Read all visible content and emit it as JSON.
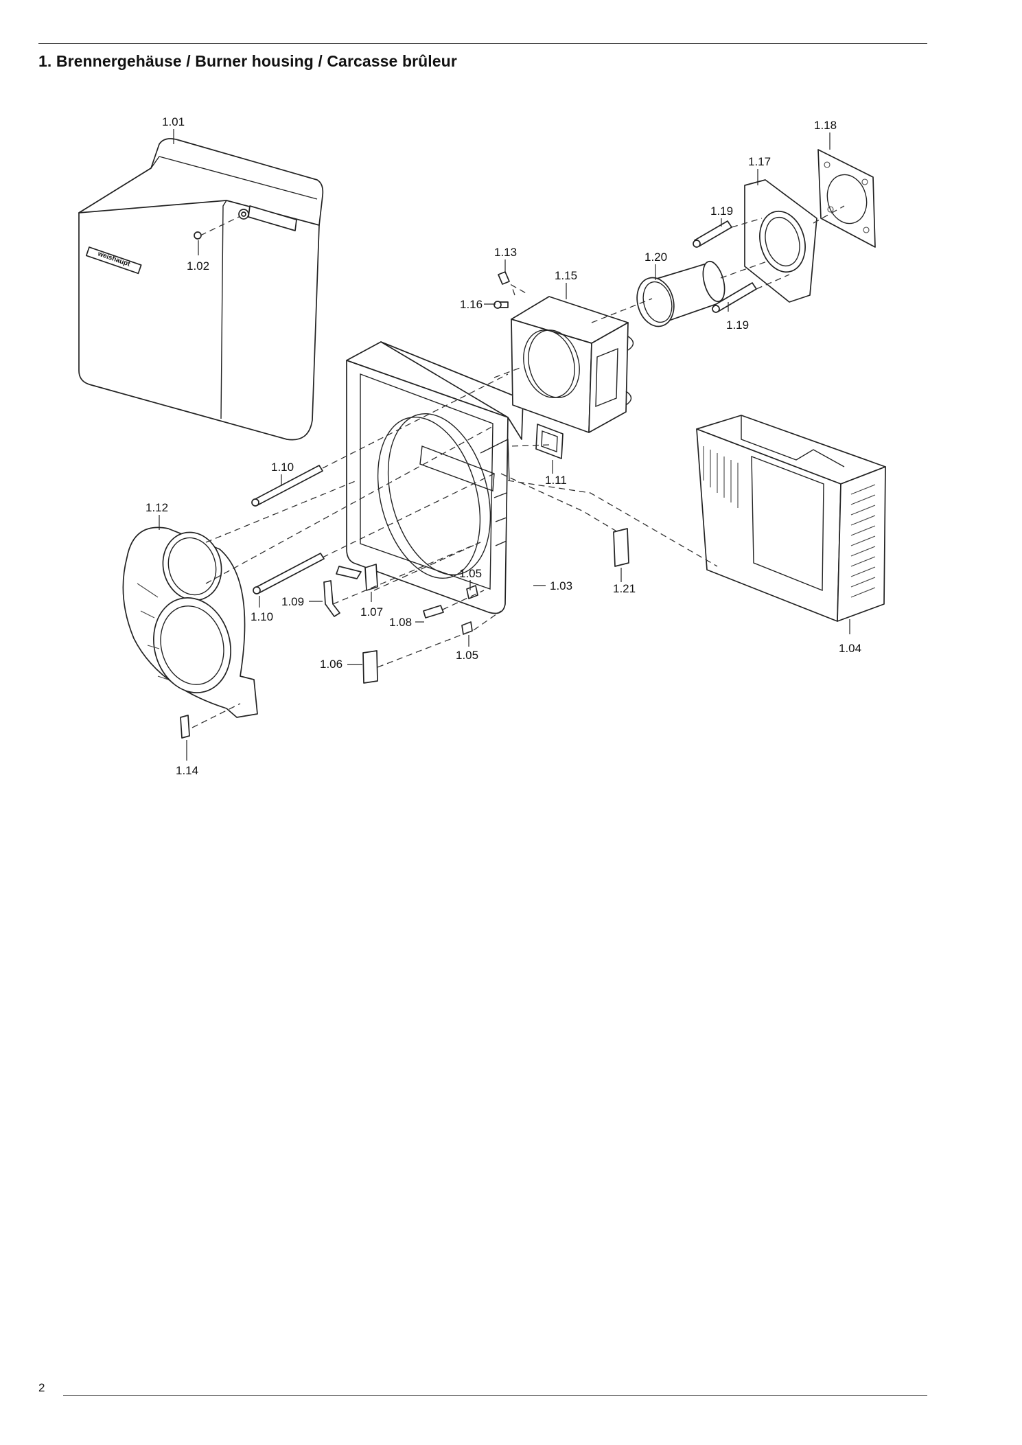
{
  "page": {
    "title": "1. Brennergehäuse / Burner housing / Carcasse brûleur",
    "page_number": "2"
  },
  "diagram": {
    "brand_logo_text": "weishaupt",
    "callouts": {
      "c101": "1.01",
      "c102": "1.02",
      "c103": "1.03",
      "c104": "1.04",
      "c105a": "1.05",
      "c105b": "1.05",
      "c106": "1.06",
      "c107": "1.07",
      "c108": "1.08",
      "c109": "1.09",
      "c110a": "1.10",
      "c110b": "1.10",
      "c111": "1.11",
      "c112": "1.12",
      "c113": "1.13",
      "c114": "1.14",
      "c115": "1.15",
      "c116": "1.16",
      "c117": "1.17",
      "c118": "1.18",
      "c119a": "1.19",
      "c119b": "1.19",
      "c120": "1.20",
      "c121": "1.21"
    }
  }
}
